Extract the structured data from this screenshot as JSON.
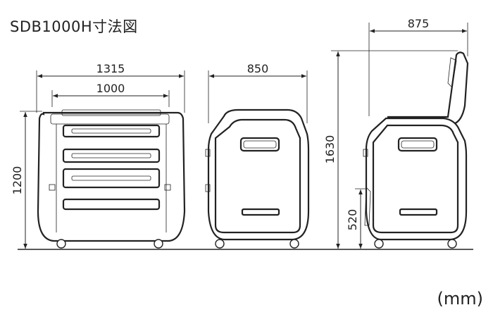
{
  "title": "SDB1000H寸法図",
  "units": "(mm)",
  "dimensions": {
    "front_width": "1315",
    "front_inner_width": "1000",
    "front_height": "1200",
    "side_width": "850",
    "open_depth": "875",
    "open_height": "1630",
    "door_height": "520"
  }
}
